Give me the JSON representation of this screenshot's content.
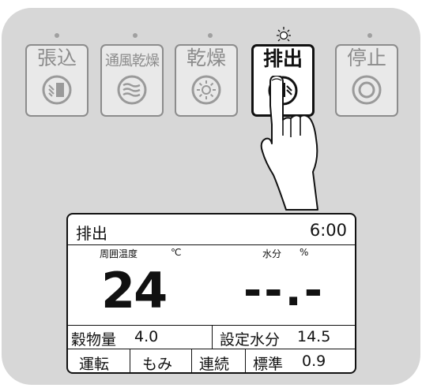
{
  "buttons": [
    {
      "id": "harikomi",
      "label": "張込",
      "icon": "fill-icon",
      "active": false
    },
    {
      "id": "tsufu",
      "label": "通風乾燥",
      "icon": "ventilation-icon",
      "active": false
    },
    {
      "id": "kanso",
      "label": "乾燥",
      "icon": "sun-icon",
      "active": false
    },
    {
      "id": "haishutsu",
      "label": "排出",
      "icon": "discharge-icon",
      "active": true
    },
    {
      "id": "teishi",
      "label": "停止",
      "icon": "stop-icon",
      "active": false
    }
  ],
  "display": {
    "mode": "排出",
    "time": "6:00",
    "temp_label": "周囲温度",
    "temp_unit": "℃",
    "moisture_label": "水分",
    "moisture_unit": "%",
    "temperature": "24",
    "moisture": "--.-",
    "grain_amount_label": "穀物量",
    "grain_amount": "4.0",
    "target_moisture_label": "設定水分",
    "target_moisture": "14.5",
    "operation": "運転",
    "grain_type": "もみ",
    "drying_mode": "連続",
    "rate_label": "標準",
    "rate_value": "0.9"
  },
  "colors": {
    "panel": "#d7d7d7",
    "button": "#e9e9e9",
    "button_text": "#8c8c8c",
    "active": "#111111"
  }
}
